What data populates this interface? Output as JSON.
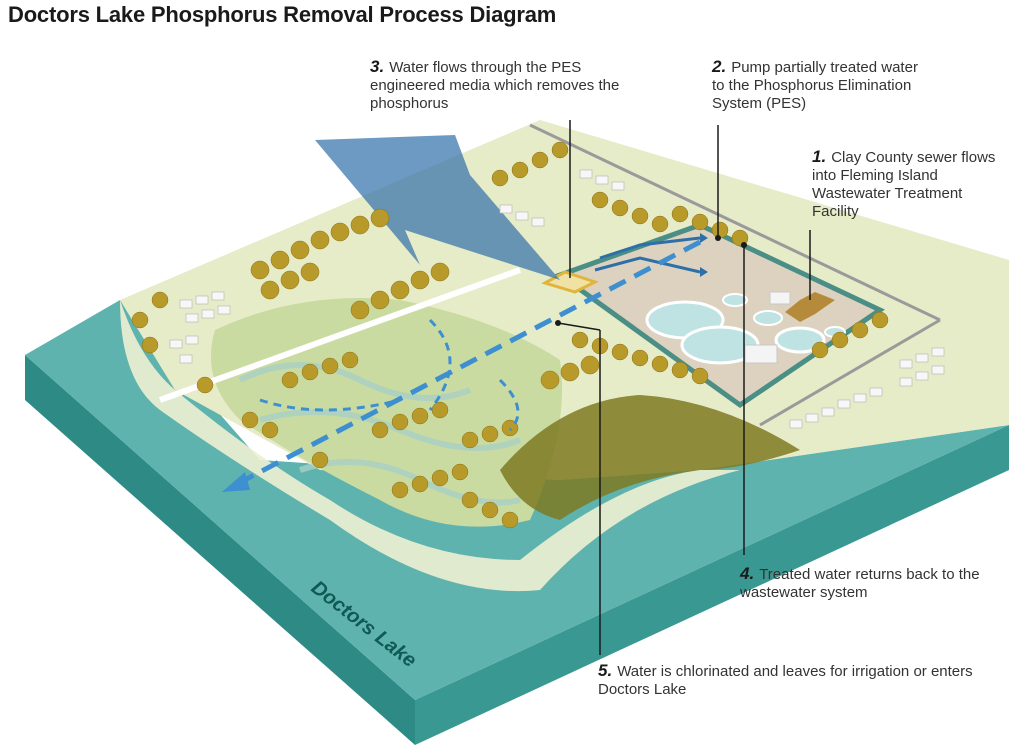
{
  "title": "Doctors Lake Phosphorus Removal Process Diagram",
  "steps": [
    {
      "num": "1.",
      "text": "Clay County sewer flows into Fleming Island Wastewater Treatment Facility"
    },
    {
      "num": "2.",
      "text": "Pump partially treated water to the Phosphorus Elimination System (PES)"
    },
    {
      "num": "3.",
      "text": "Water flows through the PES engineered media which removes the phosphorus"
    },
    {
      "num": "4.",
      "text": "Treated water returns back to the wastewater system"
    },
    {
      "num": "5.",
      "text": "Water is chlorinated and leaves for irrigation or enters Doctors Lake"
    }
  ],
  "lake_label": "Doctors Lake",
  "colors": {
    "water": "#5fb3ae",
    "water_dark": "#2e8a84",
    "land": "#e6ecc8",
    "wetland": "#c9dba0",
    "tree": "#b89a2a",
    "tree_dark": "#7e7a22",
    "flow_arrow": "#3d8fd0",
    "pes_arrow": "#2f6fa8",
    "facility": "#dcd2bf"
  }
}
